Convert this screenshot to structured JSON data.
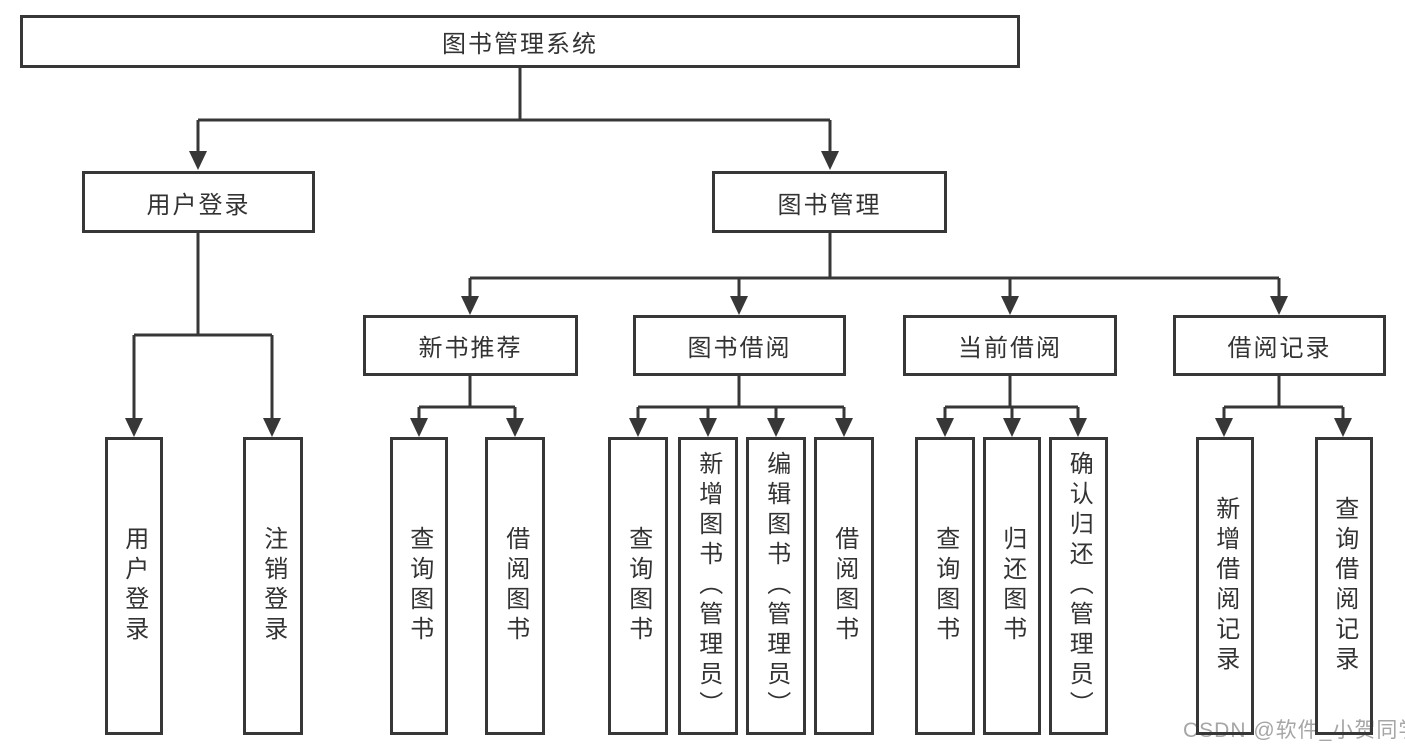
{
  "diagram_type": "hierarchy-tree",
  "colors": {
    "line": "#373737",
    "text": "#333333",
    "watermark": "#a6a6a6",
    "background": "#ffffff"
  },
  "tree": {
    "root": {
      "label": "图书管理系统"
    },
    "branches": [
      {
        "label": "用户登录",
        "children": [
          {
            "label": "用户登录"
          },
          {
            "label": "注销登录"
          }
        ]
      },
      {
        "label": "图书管理",
        "children": [
          {
            "label": "新书推荐",
            "children": [
              {
                "label": "查询图书"
              },
              {
                "label": "借阅图书"
              }
            ]
          },
          {
            "label": "图书借阅",
            "children": [
              {
                "label": "查询图书"
              },
              {
                "label": "新增图书（管理员）"
              },
              {
                "label": "编辑图书（管理员）"
              },
              {
                "label": "借阅图书"
              }
            ]
          },
          {
            "label": "当前借阅",
            "children": [
              {
                "label": "查询图书"
              },
              {
                "label": "归还图书"
              },
              {
                "label": "确认归还（管理员）"
              }
            ]
          },
          {
            "label": "借阅记录",
            "children": [
              {
                "label": "新增借阅记录"
              },
              {
                "label": "查询借阅记录"
              }
            ]
          }
        ]
      }
    ]
  },
  "watermark": "CSDN @软件_小贺同学"
}
